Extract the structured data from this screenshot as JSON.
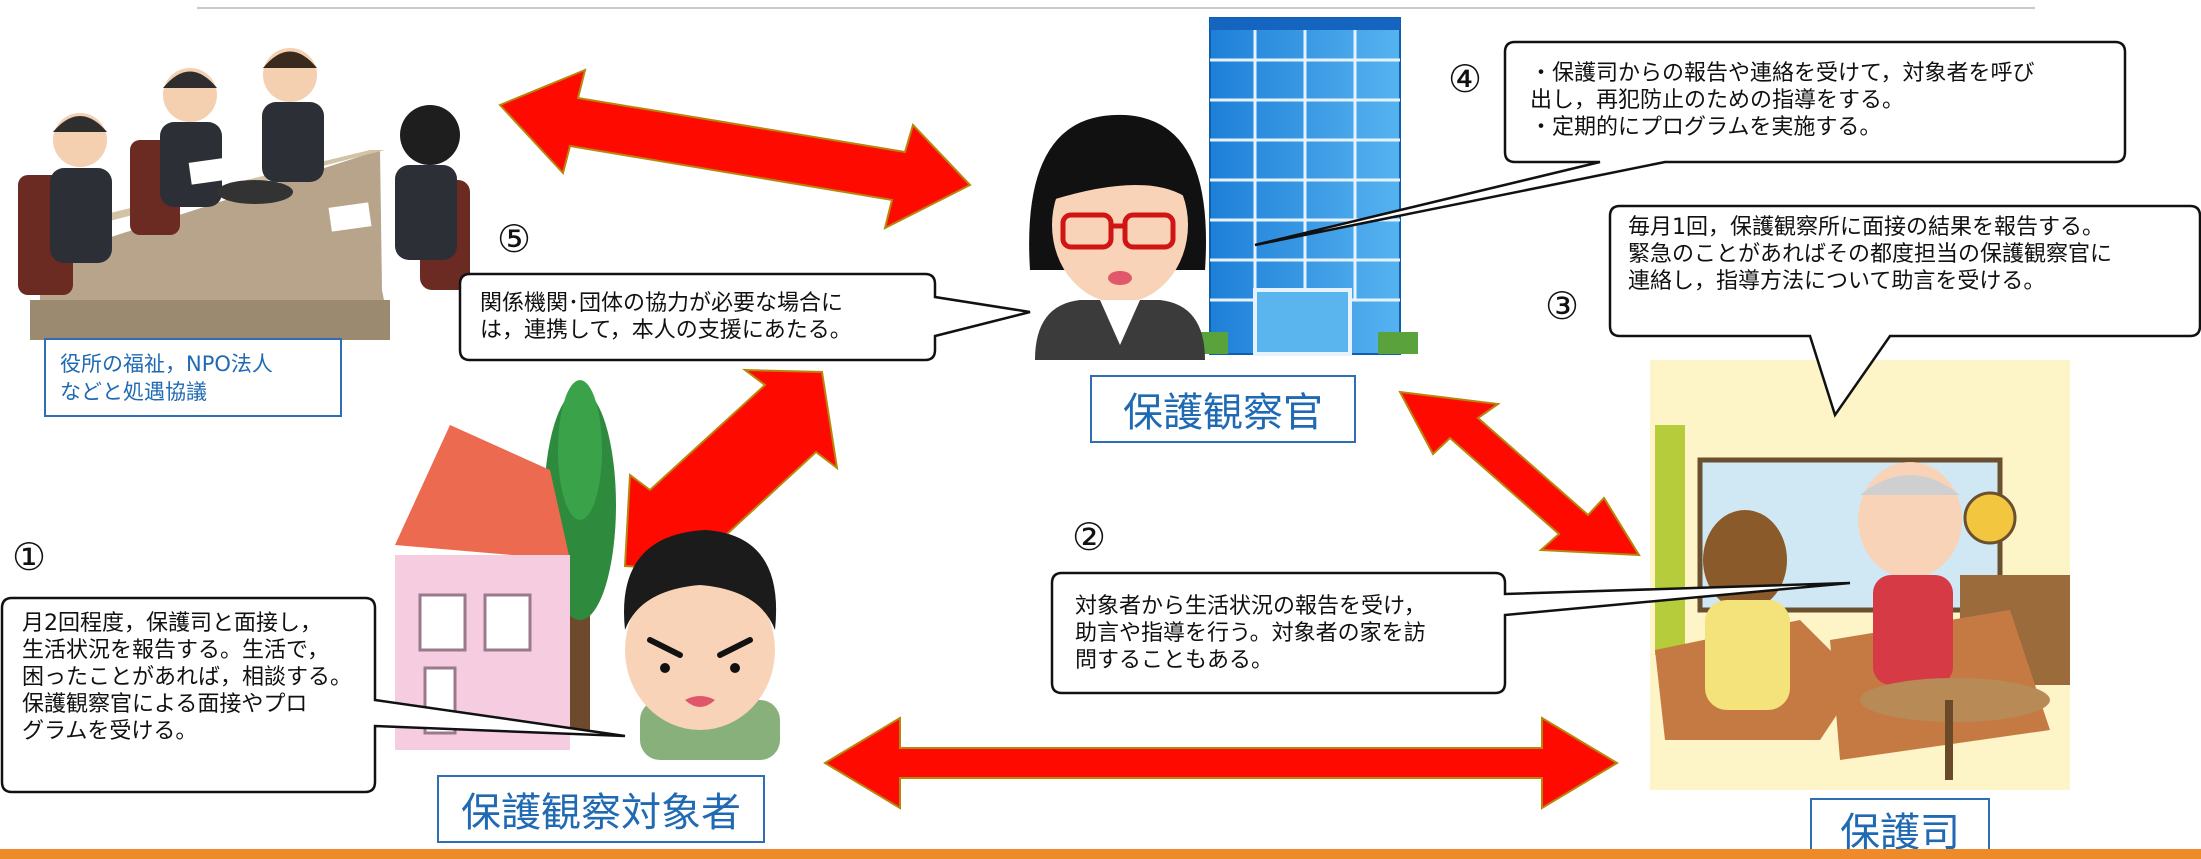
{
  "labels": {
    "probation_officer": "保護観察官",
    "subject": "保護観察対象者",
    "volunteer": "保護司",
    "welfare": "役所の福祉，NPO法人\nなどと処遇協議"
  },
  "steps": {
    "s1": {
      "num": "①",
      "text": "月2回程度，保護司と面接し，\n生活状況を報告する。生活で，\n困ったことがあれば，相談する。\n保護観察官による面接やプロ\nグラムを受ける。"
    },
    "s2": {
      "num": "②",
      "text": "対象者から生活状況の報告を受け，\n助言や指導を行う。対象者の家を訪\n問することもある。"
    },
    "s3": {
      "num": "③",
      "text": "毎月1回，保護観察所に面接の結果を報告する。\n緊急のことがあればその都度担当の保護観察官に\n連絡し，指導方法について助言を受ける。"
    },
    "s4": {
      "num": "④",
      "text": "・保護司からの報告や連絡を受けて，対象者を呼び\n出し，再犯防止のための指導をする。\n・定期的にプログラムを実施する。"
    },
    "s5": {
      "num": "⑤",
      "text": "関係機関･団体の協力が必要な場合に\nは，連携して，本人の支援にあたる。"
    }
  },
  "colors": {
    "arrow": "#ff0a00",
    "arrow_outline": "#b8860b",
    "label_text": "#1f6ab3",
    "label_border": "#2f6db5",
    "bottom_bar": "#ef8a2b"
  }
}
